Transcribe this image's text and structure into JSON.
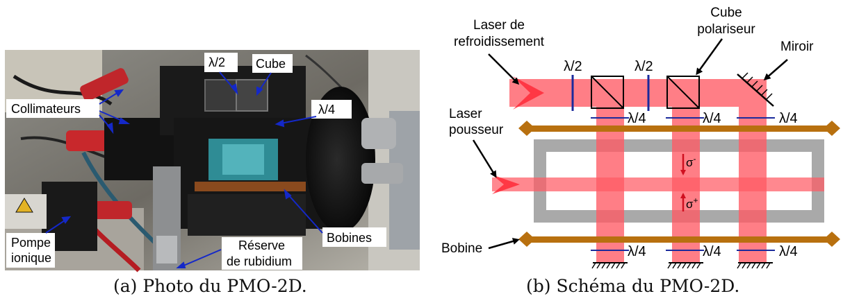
{
  "photo": {
    "caption": "(a) Photo du PMO-2D.",
    "labels": {
      "collimateurs": "Collimateurs",
      "lambda2": "λ/2",
      "cube": "Cube",
      "lambda4": "λ/4",
      "pompe_line1": "Pompe",
      "pompe_line2": "ionique",
      "reserve_line1": "Réserve",
      "reserve_line2": "de rubidium",
      "bobines": "Bobines"
    }
  },
  "schema": {
    "caption": "(b) Schéma du PMO-2D.",
    "labels": {
      "laser_refroid_line1": "Laser de",
      "laser_refroid_line2": "refroidissement",
      "lambda2": "λ/2",
      "cube_line1": "Cube",
      "cube_line2": "polariseur",
      "miroir": "Miroir",
      "laser_pousseur_line1": "Laser",
      "laser_pousseur_line2": "pousseur",
      "lambda4": "λ/4",
      "sigma_minus": "σ",
      "sigma_minus_sup": "-",
      "sigma_plus": "σ",
      "sigma_plus_sup": "+",
      "bobine": "Bobine"
    }
  },
  "colors": {
    "beam": "#ff5a64",
    "coil": "#b8700f",
    "frame": "#a9a9a9",
    "waveplate": "#1a2a9c",
    "sigma_arrow": "#d01020"
  }
}
